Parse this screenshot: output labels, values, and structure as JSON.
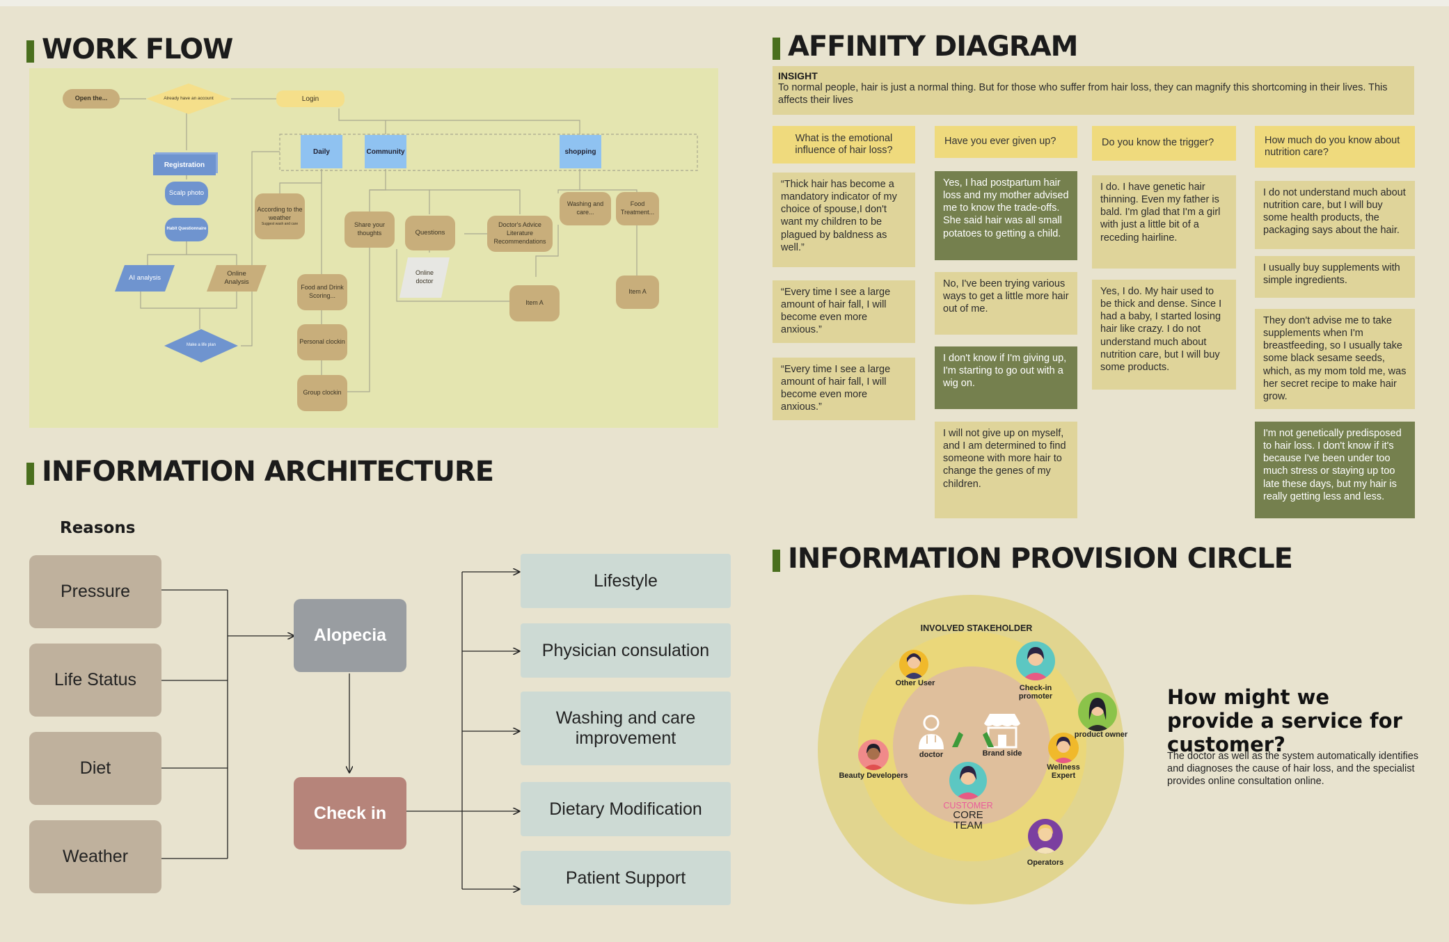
{
  "sections": {
    "workflow": "WORK FLOW",
    "info_arch": "INFORMATION ARCHITECTURE",
    "affinity": "AFFINITY DIAGRAM",
    "circle": "INFORMATION PROVISION  CIRCLE"
  },
  "workflow": {
    "open": "Open the...",
    "already": "Already have an account",
    "login": "Login",
    "registration": "Registration",
    "scalp": "Scalp photo",
    "habit": "Habit Questionnaire",
    "ai": "AI analysis",
    "online_analysis": "Online Analysis",
    "plan": "Make a life plan",
    "daily": "Daily",
    "community": "Community",
    "shopping": "shopping",
    "weather": "According to the weather",
    "weather_sub": "Suggest wash and care",
    "food_drink": "Food and Drink Scoring...",
    "personal": "Personal clockin",
    "group": "Group clockin",
    "share": "Share your thoughts",
    "questions": "Questions",
    "online_doctor": "Online doctor",
    "doctor_advice": "Doctor's Advice Literature Recommendations",
    "item_a1": "Item A",
    "washing": "Washing and care...",
    "food_treat": "Food Treatment...",
    "item_a2": "Item A"
  },
  "info_arch": {
    "reasons_title": "Reasons",
    "reasons": [
      "Pressure",
      "Life Status",
      "Diet",
      "Weather"
    ],
    "alopecia": "Alopecia",
    "checkin": "Check in",
    "outputs": [
      "Lifestyle",
      "Physician consulation",
      "Washing and care improvement",
      "Dietary Modification",
      "Patient Support"
    ]
  },
  "affinity": {
    "insight_label": "INSIGHT",
    "insight_text": "To normal people, hair is just a normal thing. But for those who suffer from hair loss, they can magnify this shortcoming in their lives. This affects their lives",
    "columns": [
      {
        "question": "What is the emotional influence of hair loss?",
        "cards": [
          "“Thick hair has become a mandatory indicator of my choice of spouse,I don't want my children to be plagued by baldness as well.”",
          "“Every time I see a large amount of hair fall, I will become even more anxious.”",
          "“Every time I see a large amount of hair fall, I will become even more anxious.”"
        ]
      },
      {
        "question": "Have you ever given up?",
        "cards": [
          "Yes, I had postpartum hair loss and my mother advised me to know the trade-offs. She said hair was all small potatoes to getting a child.",
          "No, I've been trying various ways to get a little more hair out of me.",
          " I don't know if I'm giving up, I'm starting to go out with a wig on.",
          "I will not give up on myself, and I am determined to find someone with more hair to change the genes of my children."
        ]
      },
      {
        "question": "Do you know the trigger?",
        "cards": [
          "I do. I have genetic hair thinning. Even my father is bald. I'm glad that I'm a girl with just a little bit of a receding hairline.",
          "Yes, I do. My hair used to be thick and dense. Since I had a baby, I started losing hair like crazy. I do not understand much about nutrition care, but I will buy some products."
        ]
      },
      {
        "question": "How much do you know about nutrition care?",
        "cards": [
          "I do not understand much about nutrition care, but I will buy some health products, the packaging says about the hair.",
          "I usually buy supplements with simple ingredients.",
          "They don't advise me to take supplements when I'm breastfeeding, so I usually take some black sesame seeds, which, as my mom told me, was her secret recipe to make hair grow.",
          "I'm not genetically predisposed to hair loss. I don't know if it's because I've been under too much stress or staying up too late these days, but my hair is really getting less and less."
        ]
      }
    ]
  },
  "circle": {
    "outer_label": "INVOLVED  STAKEHOLDER",
    "other_user": "Other User",
    "checkin_promoter": "Check-in promoter",
    "product_owner": "product owner",
    "beauty": "Beauty Developers",
    "wellness": "Wellness Expert",
    "operators": "Operators",
    "doctor": "doctor",
    "brand": "Brand side",
    "customer": "CUSTOMER",
    "core_team": "CORE TEAM",
    "hmw_title": "How might we provide a service for customer?",
    "hmw_text": "The doctor as well as the system automatically identifies and diagnoses the cause of hair loss, and the specialist provides online consultation online.",
    "colors": {
      "outer": "#e1d58f",
      "middle": "#ead77a",
      "inner": "#dfbf9c",
      "customer_text": "#ea5c9a"
    }
  }
}
